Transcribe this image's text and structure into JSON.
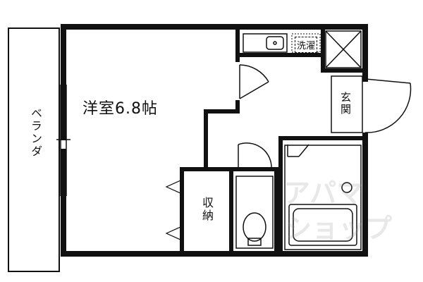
{
  "floorplan": {
    "room_label": "洋室6.8帖",
    "veranda_label": "ベランダ",
    "storage_label": "収納",
    "entrance_label": "玄関",
    "laundry_label": "洗濯"
  },
  "watermark": {
    "text": "アパマンショップ",
    "color": "#9a9a9a"
  },
  "colors": {
    "wall": "#111111",
    "background": "#ffffff"
  },
  "icons": [
    "door-swing-icon",
    "toilet-icon",
    "bathtub-icon",
    "sink-icon",
    "window-icon",
    "drain-x-icon"
  ]
}
